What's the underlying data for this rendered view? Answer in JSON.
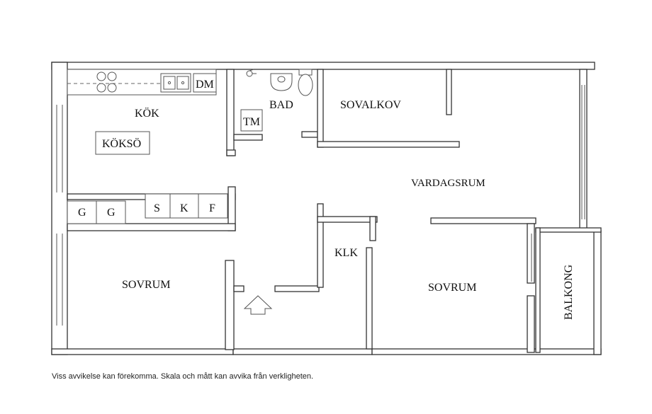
{
  "rooms": {
    "kok": "KÖK",
    "koksö": "KÖKSÖ",
    "dm": "DM",
    "bad": "BAD",
    "tm": "TM",
    "sovalkov": "SOVALKOV",
    "vardagsrum": "VARDAGSRUM",
    "klk": "KLK",
    "sovrum_left": "SOVRUM",
    "sovrum_right": "SOVRUM",
    "balkong": "BALKONG"
  },
  "cabinets": {
    "g1": "G",
    "g2": "G",
    "s": "S",
    "k": "K",
    "f": "F"
  },
  "disclaimer": "Viss avvikelse kan förekomma. Skala och mått kan avvika från verkligheten.",
  "colors": {
    "wall": "#333333",
    "background": "#ffffff"
  }
}
